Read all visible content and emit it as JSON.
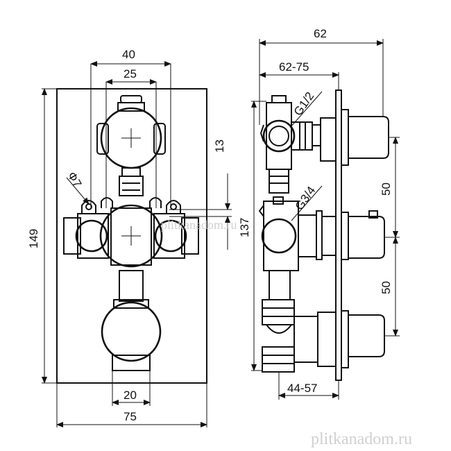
{
  "drawing": {
    "front_view": {
      "dimensions": {
        "outer_span": "40",
        "inner_span": "25",
        "height_total": "149",
        "offset": "13",
        "hole": "Ф7",
        "bottom_inner": "20",
        "bottom_width": "75"
      }
    },
    "side_view": {
      "dimensions": {
        "depth_total": "62",
        "depth_range": "62-75",
        "thread_top": "G1/2",
        "thread_mid": "G3/4",
        "height_137": "137",
        "spacing_upper": "50",
        "spacing_lower": "50",
        "bottom_range": "44-57"
      }
    }
  },
  "watermarks": {
    "center": "plitkanadom.ru",
    "corner": "plitkanadom.ru"
  }
}
